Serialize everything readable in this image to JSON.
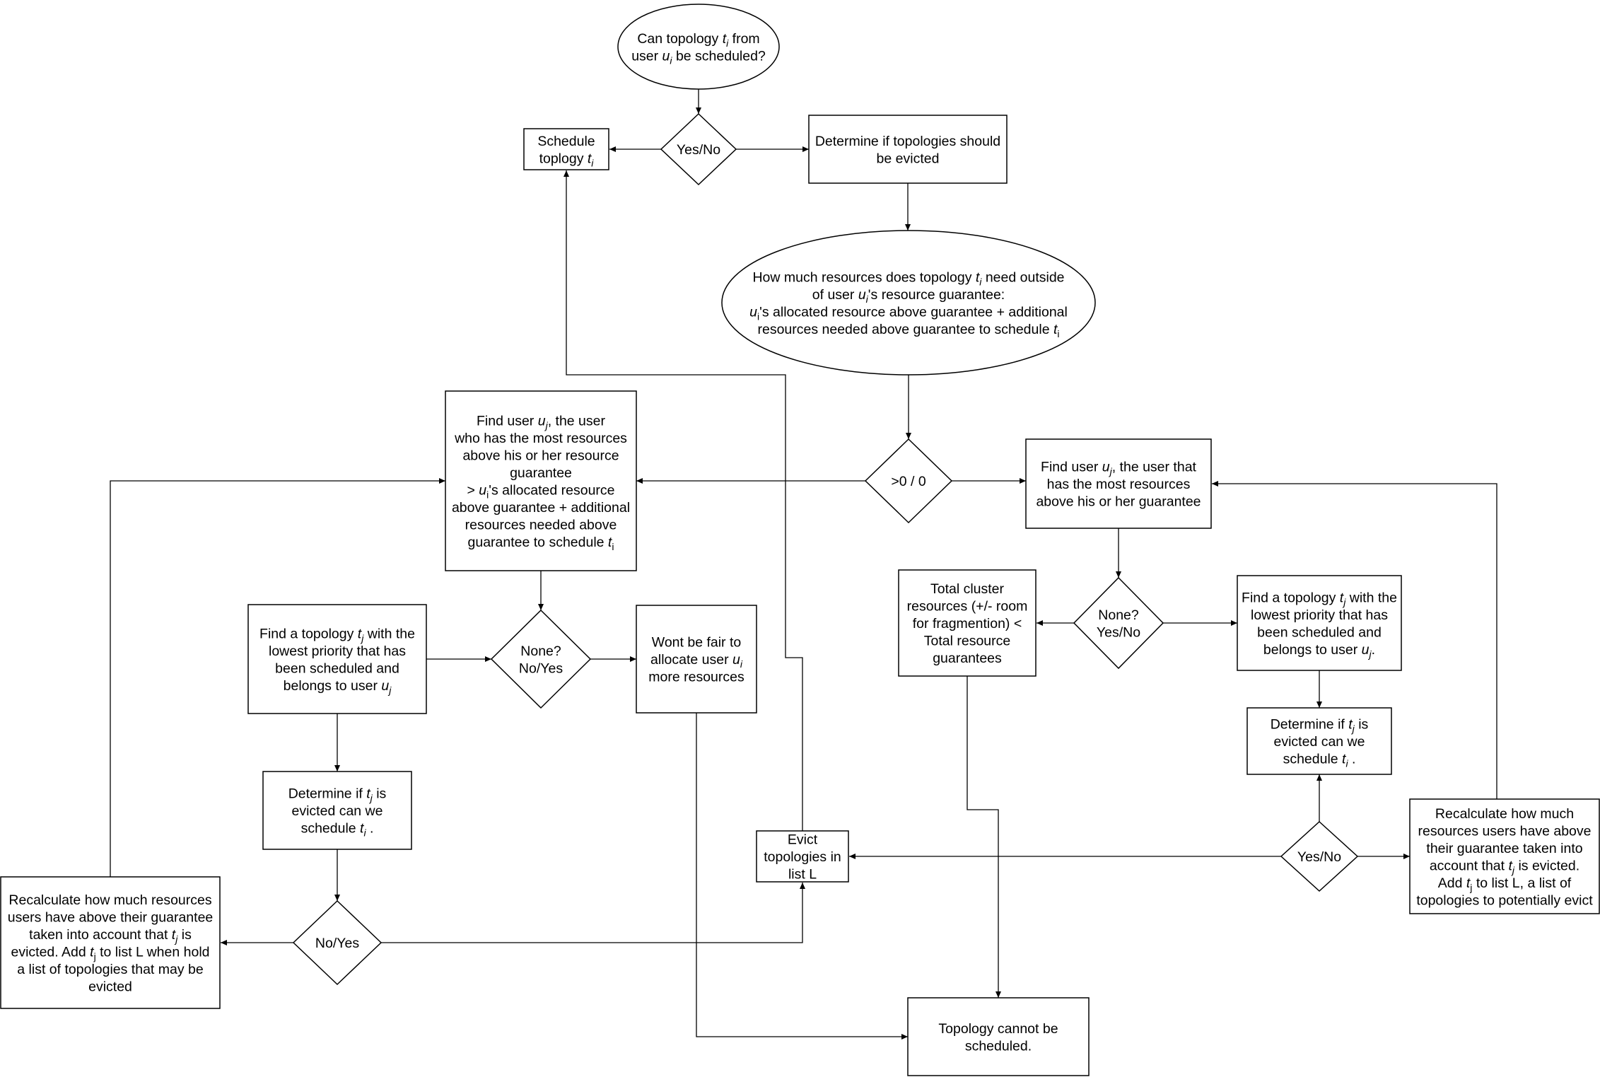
{
  "colors": {
    "stroke": "#000000",
    "fill": "#ffffff",
    "text": "#000000"
  },
  "nodes": [
    {
      "id": "start",
      "shape": "ellipse",
      "lines": [
        [
          {
            "t": "Can topology "
          },
          {
            "t": "t",
            "i": true
          },
          {
            "t": "i",
            "i": true,
            "sub": true
          },
          {
            "t": " from"
          }
        ],
        [
          {
            "t": "user "
          },
          {
            "t": "u",
            "i": true
          },
          {
            "t": "i",
            "i": true,
            "sub": true
          },
          {
            "t": " be scheduled?"
          }
        ]
      ]
    },
    {
      "id": "d1",
      "shape": "diamond",
      "lines": [
        [
          {
            "t": "Yes/No"
          }
        ]
      ]
    },
    {
      "id": "schedule",
      "shape": "rect",
      "lines": [
        [
          {
            "t": "Schedule"
          }
        ],
        [
          {
            "t": "toplogy "
          },
          {
            "t": "t",
            "i": true
          },
          {
            "t": "i",
            "i": true,
            "sub": true
          }
        ]
      ]
    },
    {
      "id": "evict-q",
      "shape": "rect",
      "lines": [
        [
          {
            "t": "Determine if topologies should"
          }
        ],
        [
          {
            "t": "be evicted"
          }
        ]
      ]
    },
    {
      "id": "howmuch",
      "shape": "ellipse",
      "lines": [
        [
          {
            "t": "How much resources does topology "
          },
          {
            "t": "t",
            "i": true
          },
          {
            "t": "i",
            "i": true,
            "sub": true
          },
          {
            "t": " need outside"
          }
        ],
        [
          {
            "t": "of user "
          },
          {
            "t": "u",
            "i": true
          },
          {
            "t": "i",
            "i": true,
            "sub": true
          },
          {
            "t": "'s resource guarantee:"
          }
        ],
        [
          {
            "t": "u",
            "i": true
          },
          {
            "t": "i",
            "sub": true
          },
          {
            "t": "'s allocated resource above guarantee + additional"
          }
        ],
        [
          {
            "t": "resources needed above guarantee to schedule "
          },
          {
            "t": "t",
            "i": true
          },
          {
            "t": "i",
            "sub": true
          }
        ]
      ]
    },
    {
      "id": "d2",
      "shape": "diamond",
      "lines": [
        [
          {
            "t": ">0 / 0"
          }
        ]
      ]
    },
    {
      "id": "find-left",
      "shape": "rect",
      "lines": [
        [
          {
            "t": "Find user "
          },
          {
            "t": "u",
            "i": true
          },
          {
            "t": "j",
            "i": true,
            "sub": true
          },
          {
            "t": ", the user"
          }
        ],
        [
          {
            "t": "who has the most  resources"
          }
        ],
        [
          {
            "t": "above his or her resource"
          }
        ],
        [
          {
            "t": "guarantee"
          }
        ],
        [
          {
            "t": "> "
          },
          {
            "t": "u",
            "i": true
          },
          {
            "t": "i",
            "sub": true
          },
          {
            "t": "'s allocated resource"
          }
        ],
        [
          {
            "t": "above guarantee + additional"
          }
        ],
        [
          {
            "t": "resources needed above"
          }
        ],
        [
          {
            "t": "guarantee to schedule "
          },
          {
            "t": "t",
            "i": true
          },
          {
            "t": "i",
            "sub": true
          }
        ]
      ]
    },
    {
      "id": "find-right",
      "shape": "rect",
      "lines": [
        [
          {
            "t": "Find user "
          },
          {
            "t": "u",
            "i": true
          },
          {
            "t": "j",
            "i": true,
            "sub": true
          },
          {
            "t": ", the user that"
          }
        ],
        [
          {
            "t": "has the most resources"
          }
        ],
        [
          {
            "t": "above his or her guarantee"
          }
        ]
      ]
    },
    {
      "id": "find-topo-left",
      "shape": "rect",
      "lines": [
        [
          {
            "t": "Find a topology "
          },
          {
            "t": "t",
            "i": true
          },
          {
            "t": "j",
            "i": true,
            "sub": true
          },
          {
            "t": " with the"
          }
        ],
        [
          {
            "t": "lowest priority that has"
          }
        ],
        [
          {
            "t": "been scheduled and"
          }
        ],
        [
          {
            "t": "belongs to user "
          },
          {
            "t": "u",
            "i": true
          },
          {
            "t": "j",
            "i": true,
            "sub": true
          }
        ]
      ]
    },
    {
      "id": "d3",
      "shape": "diamond",
      "lines": [
        [
          {
            "t": "None?"
          }
        ],
        [
          {
            "t": "No/Yes"
          }
        ]
      ]
    },
    {
      "id": "notfair",
      "shape": "rect",
      "lines": [
        [
          {
            "t": "Wont be fair to"
          }
        ],
        [
          {
            "t": "allocate user "
          },
          {
            "t": "u",
            "i": true
          },
          {
            "t": "i",
            "i": true,
            "sub": true
          }
        ],
        [
          {
            "t": "more resources"
          }
        ]
      ]
    },
    {
      "id": "total",
      "shape": "rect",
      "lines": [
        [
          {
            "t": "Total cluster"
          }
        ],
        [
          {
            "t": "resources (+/- room"
          }
        ],
        [
          {
            "t": "for fragmention) <"
          }
        ],
        [
          {
            "t": "Total resource"
          }
        ],
        [
          {
            "t": "guarantees"
          }
        ]
      ]
    },
    {
      "id": "d4",
      "shape": "diamond",
      "lines": [
        [
          {
            "t": "None?"
          }
        ],
        [
          {
            "t": "Yes/No"
          }
        ]
      ]
    },
    {
      "id": "find-topo-right",
      "shape": "rect",
      "lines": [
        [
          {
            "t": "Find a topology "
          },
          {
            "t": "t",
            "i": true
          },
          {
            "t": "j",
            "i": true,
            "sub": true
          },
          {
            "t": " with the"
          }
        ],
        [
          {
            "t": "lowest priority that has"
          }
        ],
        [
          {
            "t": "been scheduled and"
          }
        ],
        [
          {
            "t": "belongs to user "
          },
          {
            "t": "u",
            "i": true
          },
          {
            "t": "j",
            "i": true,
            "sub": true
          },
          {
            "t": "."
          }
        ]
      ]
    },
    {
      "id": "det-left",
      "shape": "rect",
      "lines": [
        [
          {
            "t": "Determine if "
          },
          {
            "t": "t",
            "i": true
          },
          {
            "t": "j",
            "i": true,
            "sub": true
          },
          {
            "t": " is"
          }
        ],
        [
          {
            "t": "evicted can we"
          }
        ],
        [
          {
            "t": "schedule "
          },
          {
            "t": "t",
            "i": true
          },
          {
            "t": "i",
            "i": true,
            "sub": true
          },
          {
            "t": " ."
          }
        ]
      ]
    },
    {
      "id": "det-right",
      "shape": "rect",
      "lines": [
        [
          {
            "t": "Determine if "
          },
          {
            "t": "t",
            "i": true
          },
          {
            "t": "j",
            "i": true,
            "sub": true
          },
          {
            "t": " is"
          }
        ],
        [
          {
            "t": "evicted can we"
          }
        ],
        [
          {
            "t": "schedule "
          },
          {
            "t": "t",
            "i": true
          },
          {
            "t": "i",
            "i": true,
            "sub": true
          },
          {
            "t": " ."
          }
        ]
      ]
    },
    {
      "id": "evict",
      "shape": "rect",
      "lines": [
        [
          {
            "t": "Evict"
          }
        ],
        [
          {
            "t": "topologies in"
          }
        ],
        [
          {
            "t": "list L"
          }
        ]
      ]
    },
    {
      "id": "d6",
      "shape": "diamond",
      "lines": [
        [
          {
            "t": "Yes/No"
          }
        ]
      ]
    },
    {
      "id": "recalc-right",
      "shape": "rect",
      "lines": [
        [
          {
            "t": "Recalculate how much"
          }
        ],
        [
          {
            "t": "resources users have above"
          }
        ],
        [
          {
            "t": "their guarantee taken into"
          }
        ],
        [
          {
            "t": "account that "
          },
          {
            "t": "t",
            "i": true
          },
          {
            "t": "j",
            "i": true,
            "sub": true
          },
          {
            "t": " is evicted."
          }
        ],
        [
          {
            "t": "Add "
          },
          {
            "t": "t",
            "i": true
          },
          {
            "t": "j",
            "sub": true
          },
          {
            "t": " to list L, a list of"
          }
        ],
        [
          {
            "t": "topologies to potentially evict"
          }
        ]
      ]
    },
    {
      "id": "d5",
      "shape": "diamond",
      "lines": [
        [
          {
            "t": "No/Yes"
          }
        ]
      ]
    },
    {
      "id": "recalc-left",
      "shape": "rect",
      "lines": [
        [
          {
            "t": "Recalculate how much resources"
          }
        ],
        [
          {
            "t": "users have above their guarantee"
          }
        ],
        [
          {
            "t": "taken into account that "
          },
          {
            "t": "t",
            "i": true
          },
          {
            "t": "j",
            "i": true,
            "sub": true
          },
          {
            "t": " is"
          }
        ],
        [
          {
            "t": "evicted. Add "
          },
          {
            "t": "t",
            "i": true
          },
          {
            "t": "j",
            "sub": true
          },
          {
            "t": " to list L when hold"
          }
        ],
        [
          {
            "t": "a list of topologies that may be"
          }
        ],
        [
          {
            "t": "evicted"
          }
        ]
      ]
    },
    {
      "id": "cannot",
      "shape": "rect",
      "lines": [
        [
          {
            "t": "Topology cannot be"
          }
        ],
        [
          {
            "t": "scheduled."
          }
        ]
      ]
    }
  ]
}
